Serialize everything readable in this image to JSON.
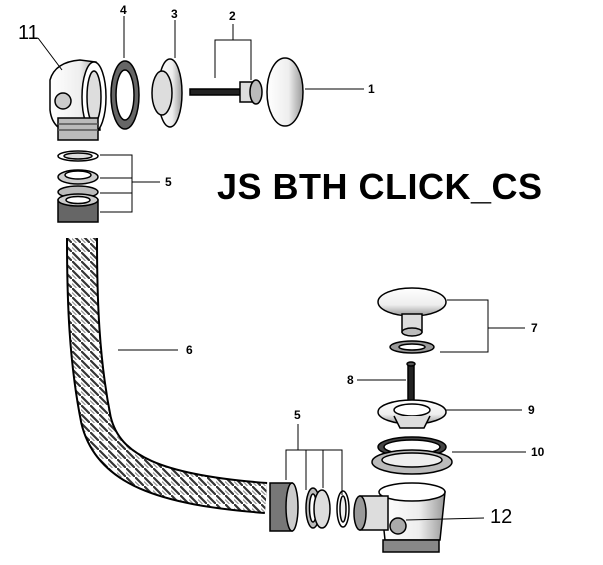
{
  "diagram": {
    "title": "JS BTH CLICK_CS",
    "callouts": {
      "c1": "1",
      "c2": "2",
      "c3": "3",
      "c4": "4",
      "c5_top": "5",
      "c5_bottom": "5",
      "c6": "6",
      "c7": "7",
      "c8": "8",
      "c9": "9",
      "c10": "10",
      "c11": "11",
      "c12": "12"
    }
  }
}
